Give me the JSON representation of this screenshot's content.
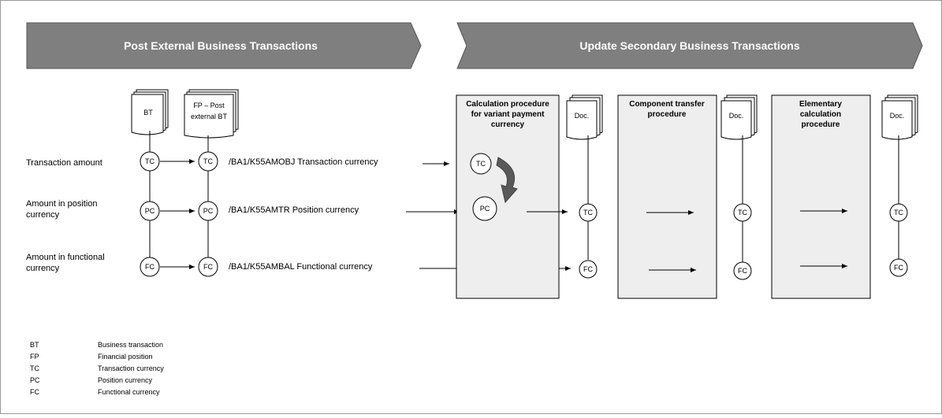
{
  "banners": {
    "left": "Post External Business Transactions",
    "right": "Update Secondary Business Transactions"
  },
  "docs": {
    "bt": "BT",
    "fp_line1": "FP – Post",
    "fp_line2": "external BT",
    "doc": "Doc."
  },
  "rows": {
    "r1": "Transaction amount",
    "r2_line1": "Amount in position",
    "r2_line2": "currency",
    "r3_line1": "Amount in functional",
    "r3_line2": "currency"
  },
  "fields": {
    "f1": "/BA1/K55AMOBJ  Transaction currency",
    "f2": "/BA1/K55AMTR  Position currency",
    "f3": "/BA1/K55AMBAL  Functional currency"
  },
  "procedures": {
    "p1_line1": "Calculation procedure",
    "p1_line2": "for variant payment",
    "p1_line3": "currency",
    "p2_line1": "Component transfer",
    "p2_line2": "procedure",
    "p3_line1": "Elementary",
    "p3_line2": "calculation",
    "p3_line3": "procedure"
  },
  "nodes": {
    "tc": "TC",
    "pc": "PC",
    "fc": "FC"
  },
  "legend": [
    {
      "abbr": "BT",
      "desc": "Business transaction"
    },
    {
      "abbr": "FP",
      "desc": "Financial position"
    },
    {
      "abbr": "TC",
      "desc": "Transaction currency"
    },
    {
      "abbr": "PC",
      "desc": "Position currency"
    },
    {
      "abbr": "FC",
      "desc": "Functional currency"
    }
  ],
  "colors": {
    "banner_fill": "#7f7f7f",
    "box_fill": "#eeeeee",
    "curve_arrow": "#595959"
  }
}
